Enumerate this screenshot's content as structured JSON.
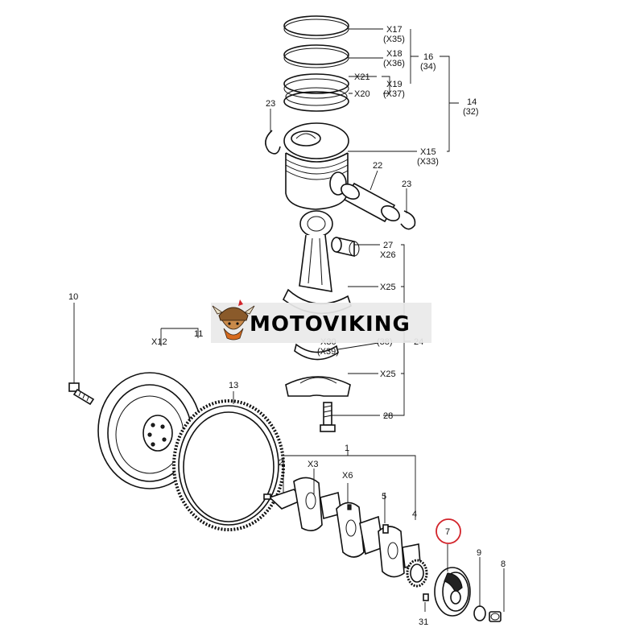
{
  "watermark": {
    "text": "MOTOVIKING",
    "logo_icon": "viking-mascot-icon"
  },
  "highlight_color": "#d2232a",
  "callouts": {
    "x17": "X17",
    "x35": "(X35)",
    "x18": "X18",
    "x36": "(X36)",
    "x21": "X21",
    "x19": "X19",
    "x37": "(X37)",
    "x20": "X20",
    "p16": "16",
    "p34": "(34)",
    "p14": "14",
    "p32": "(32)",
    "x15": "X15",
    "x33": "(X33)",
    "p23a": "23",
    "p23b": "23",
    "p22": "22",
    "p27": "27",
    "x26": "X26",
    "x25a": "X25",
    "x30": "X30",
    "x39": "(X39)",
    "p38": "(38)",
    "p24": "24",
    "x25b": "X25",
    "p28": "28",
    "p10": "10",
    "p11": "11",
    "x12": "X12",
    "p13": "13",
    "p1": "1",
    "p2": "2",
    "x3": "X3",
    "x6": "X6",
    "p5": "5",
    "p4": "4",
    "p7": "7",
    "p9": "9",
    "p8": "8",
    "p31": "31"
  }
}
